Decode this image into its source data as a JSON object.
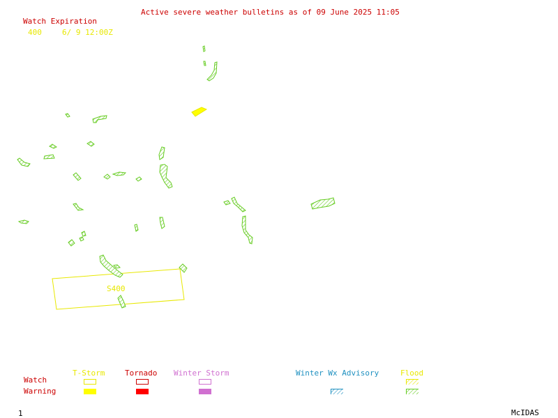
{
  "header": {
    "title": "Active severe weather bulletins as of 09 June 2025 11:05",
    "watch_expiration_label": "Watch Expiration",
    "watch_id": "400",
    "watch_expiry_time": "6/ 9 12:00Z"
  },
  "map": {
    "watch_box_label": "S400"
  },
  "legend": {
    "row_labels": {
      "watch": "Watch",
      "warning": "Warning"
    },
    "columns": {
      "tstorm": "T-Storm",
      "tornado": "Tornado",
      "winter_storm": "Winter Storm",
      "winter_wx_advisory": "Winter Wx Advisory",
      "flood": "Flood"
    }
  },
  "footer": {
    "page_number": "1",
    "brand": "McIDAS"
  },
  "colors": {
    "title": "#cc0000",
    "tstorm": "#ffff00",
    "tornado": "#ff0000",
    "winter_storm": "#d070d0",
    "winter_wx_advisory": "#1e90c0",
    "flood": "#66cc22",
    "footer": "#000000"
  }
}
